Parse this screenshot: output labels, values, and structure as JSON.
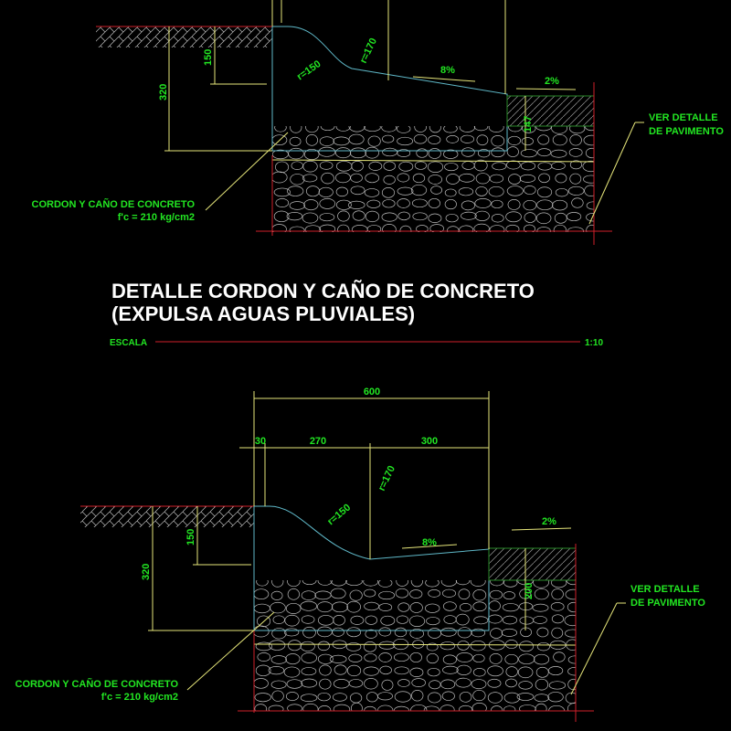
{
  "colors": {
    "background": "#000000",
    "text_labels": "#22e622",
    "title": "#ffffff",
    "dimension_lines": "#e6e67a",
    "section_lines": "#d0202a",
    "curb_outline": "#5fb8c8"
  },
  "top_detail": {
    "dims": {
      "total_height": "320",
      "curb_height": "150",
      "radius_1": "r=150",
      "radius_2": "r=170",
      "slope_gutter": "8%",
      "slope_pavement": "2%",
      "pavement_depth": "147"
    },
    "label_curb": {
      "line1": "CORDON Y CAÑO DE CONCRETO",
      "line2": "f'c = 210 kg/cm2"
    },
    "label_pavement": {
      "line1": "VER DETALLE",
      "line2": "DE PAVIMENTO"
    }
  },
  "title": {
    "line1": "DETALLE CORDON Y CAÑO DE CONCRETO",
    "line2": "(EXPULSA AGUAS PLUVIALES)",
    "scale_label": "ESCALA",
    "scale_value": "1:10"
  },
  "bottom_detail": {
    "dims": {
      "total_width": "600",
      "w1": "30",
      "w2": "270",
      "w3": "300",
      "total_height": "320",
      "curb_height": "150",
      "radius_1": "r=150",
      "radius_2": "r=170",
      "slope_gutter": "8%",
      "slope_pavement": "2%",
      "pavement_depth": "200"
    },
    "label_curb": {
      "line1": "CORDON Y CAÑO DE CONCRETO",
      "line2": "f'c = 210 kg/cm2"
    },
    "label_pavement": {
      "line1": "VER DETALLE",
      "line2": "DE PAVIMENTO"
    }
  }
}
